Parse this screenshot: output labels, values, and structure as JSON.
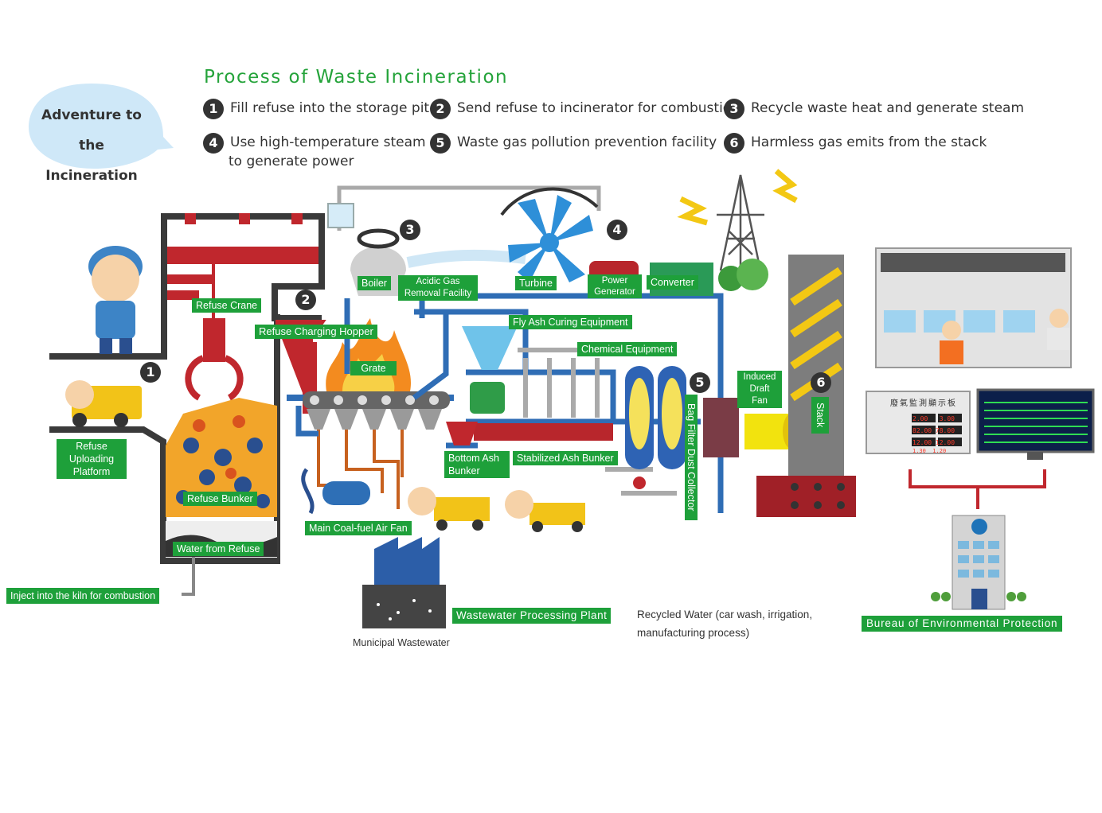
{
  "bubble": {
    "line1": "Adventure to the",
    "line2": "Incineration"
  },
  "title": "Process of Waste Incineration",
  "steps": [
    {
      "num": "1",
      "text": "Fill refuse into the storage pit"
    },
    {
      "num": "2",
      "text": "Send refuse to incinerator for combustion"
    },
    {
      "num": "3",
      "text": "Recycle waste heat and generate steam"
    },
    {
      "num": "4",
      "text": "Use high-temperature steam",
      "text2": "to generate power"
    },
    {
      "num": "5",
      "text": "Waste gas pollution prevention facility"
    },
    {
      "num": "6",
      "text": "Harmless gas emits from the stack"
    }
  ],
  "labels": {
    "refuse_crane": "Refuse Crane",
    "refuse_uploading_platform": "Refuse Uploading Platform",
    "refuse_bunker": "Refuse Bunker",
    "water_from_refuse": "Water from Refuse",
    "inject_kiln": "Inject into the kiln for combustion",
    "refuse_charging_hopper": "Refuse Charging Hopper",
    "grate": "Grate",
    "boiler": "Boiler",
    "acidic_gas": "Acidic Gas Removal Facility",
    "turbine": "Turbine",
    "power_generator": "Power Generator",
    "converter": "Converter",
    "fly_ash": "Fly Ash Curing Equipment",
    "chemical_equipment": "Chemical Equipment",
    "bottom_ash": "Bottom Ash Bunker",
    "stabilized_ash": "Stabilized Ash Bunker",
    "main_coal_fan": "Main Coal-fuel Air Fan",
    "bag_filter": "Bag Filter Dust Collector",
    "induced_draft": "Induced Draft Fan",
    "stack": "Stack",
    "wastewater_plant": "Wastewater Processing Plant",
    "municipal_wastewater": "Municipal Wastewater",
    "recycled_water_1": "Recycled Water (car wash, irrigation,",
    "recycled_water_2": "manufacturing process)",
    "bureau": "Bureau of Environmental Protection",
    "monitor_board": "廢氣監測顯示板"
  },
  "badges": [
    "1",
    "2",
    "3",
    "4",
    "5",
    "6"
  ],
  "board_values": [
    "2.00",
    "3.00",
    "82.00",
    "78.00",
    "12.00",
    "12.00",
    "1.30",
    "1.20"
  ],
  "colors": {
    "accent_green": "#1ea03a",
    "title_green": "#24a33a",
    "structure_blue": "#2f6db5",
    "frame_dark": "#3a3a3a",
    "crane_red": "#c0272d"
  }
}
